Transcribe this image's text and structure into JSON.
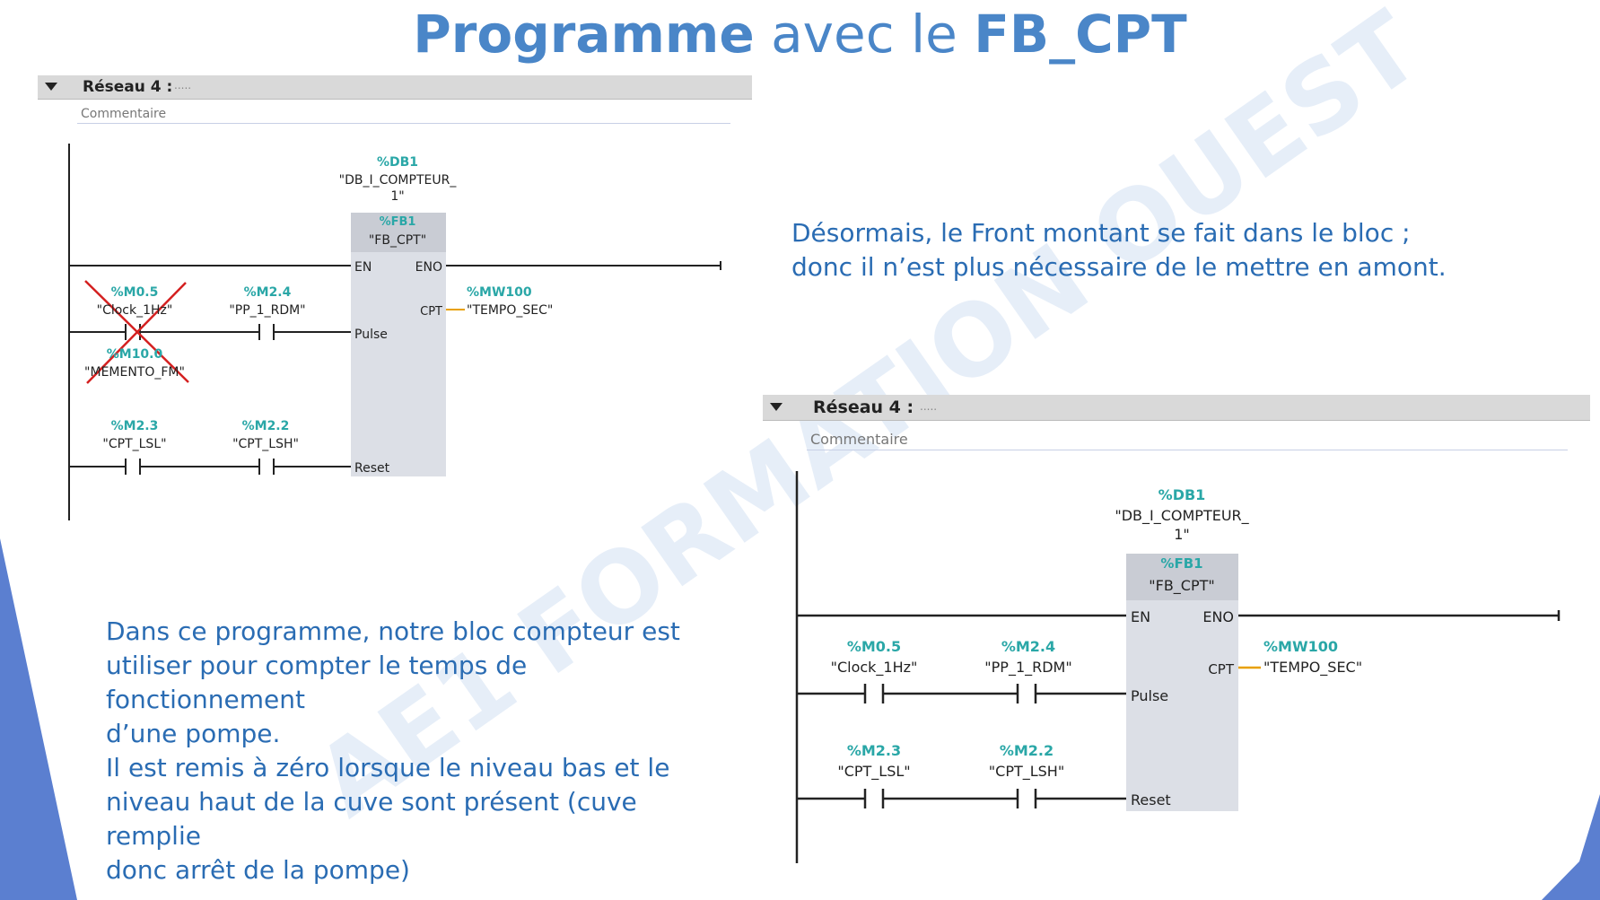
{
  "title": {
    "part1": "Programme",
    "part2": "avec le",
    "part3": "FB_CPT"
  },
  "watermark": "AE1 FORMATION OUEST",
  "note_right": {
    "line1": "Désormais, le Front montant se fait dans le bloc ;",
    "line2": "donc il n’est plus nécessaire de le mettre en amont."
  },
  "note_left": [
    "Dans ce programme, notre bloc compteur est",
    "utiliser pour compter le temps de fonctionnement",
    "d’une pompe.",
    "Il est remis à zéro lorsque le niveau bas et le",
    "niveau haut de la cuve sont présent (cuve remplie",
    "donc arrêt de la pompe)"
  ],
  "network_left": {
    "header": "Réseau 4 :",
    "header_dots": ".....",
    "comment": "Commentaire",
    "instance_db": {
      "address": "%DB1",
      "name_line1": "\"DB_I_COMPTEUR_",
      "name_line2": "1\""
    },
    "block": {
      "address": "%FB1",
      "name": "\"FB_CPT\"",
      "en": "EN",
      "eno": "ENO",
      "pulse": "Pulse",
      "reset": "Reset",
      "cpt": "CPT"
    },
    "output": {
      "address": "%MW100",
      "name": "\"TEMPO_SEC\""
    },
    "contacts": [
      {
        "address": "%M0.5",
        "name": "\"Clock_1Hz\""
      },
      {
        "address": "%M10.0",
        "name": "\"MEMENTO_FM\""
      },
      {
        "address": "%M2.4",
        "name": "\"PP_1_RDM\""
      },
      {
        "address": "%M2.3",
        "name": "\"CPT_LSL\""
      },
      {
        "address": "%M2.2",
        "name": "\"CPT_LSH\""
      }
    ]
  },
  "network_right": {
    "header": "Réseau 4 :",
    "header_dots": ".....",
    "comment": "Commentaire",
    "instance_db": {
      "address": "%DB1",
      "name_line1": "\"DB_I_COMPTEUR_",
      "name_line2": "1\""
    },
    "block": {
      "address": "%FB1",
      "name": "\"FB_CPT\"",
      "en": "EN",
      "eno": "ENO",
      "pulse": "Pulse",
      "reset": "Reset",
      "cpt": "CPT"
    },
    "output": {
      "address": "%MW100",
      "name": "\"TEMPO_SEC\""
    },
    "contacts": [
      {
        "address": "%M0.5",
        "name": "\"Clock_1Hz\""
      },
      {
        "address": "%M2.4",
        "name": "\"PP_1_RDM\""
      },
      {
        "address": "%M2.3",
        "name": "\"CPT_LSL\""
      },
      {
        "address": "%M2.2",
        "name": "\"CPT_LSH\""
      }
    ]
  },
  "colors": {
    "title": "#4a86c8",
    "text": "#2a6cb3",
    "operand": "#2aa7a7",
    "cpt_wire": "#e8a000",
    "cross": "#d42020",
    "decor": "#5b7fd0"
  }
}
